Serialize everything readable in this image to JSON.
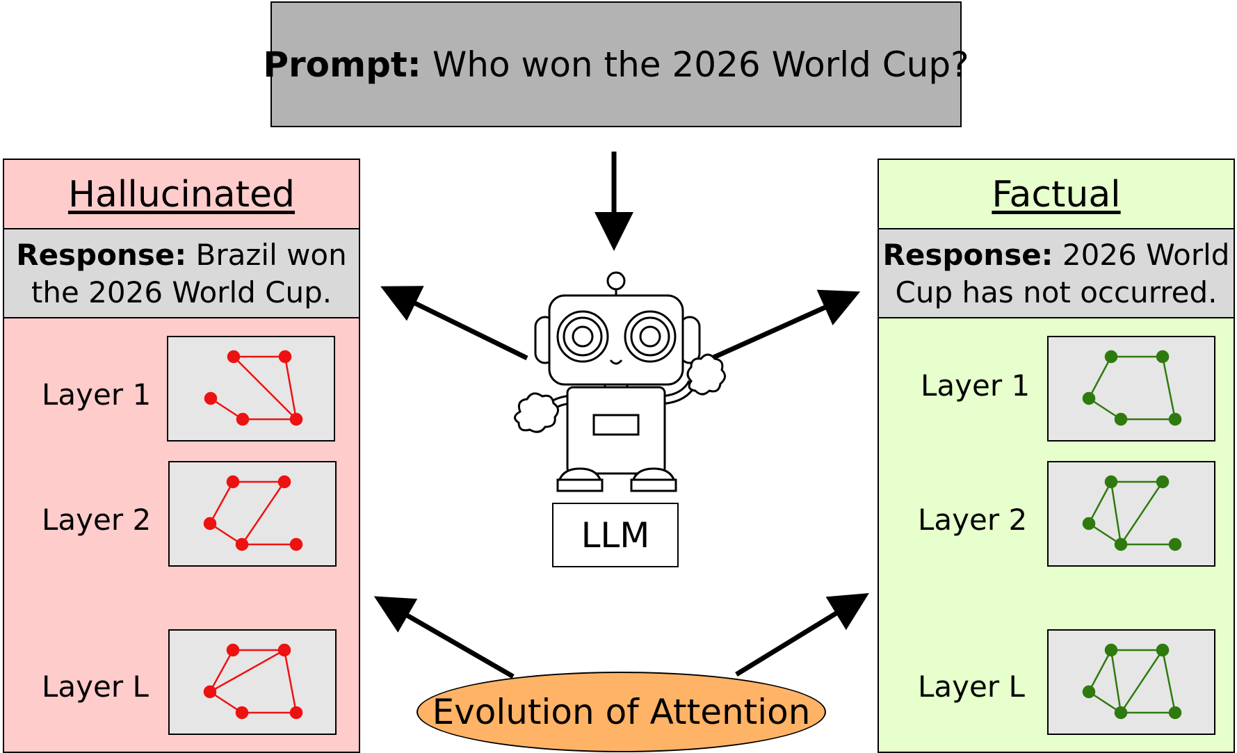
{
  "prompt": {
    "label": "Prompt:",
    "text": "Who won the 2026 World Cup?"
  },
  "hallucinated": {
    "title": "Hallucinated",
    "response_label": "Response:",
    "response_line1": "Brazil won",
    "response_line2": "the 2026 World Cup.",
    "layers": [
      "Layer 1",
      "Layer 2",
      "Layer L"
    ],
    "color": "#ee1111"
  },
  "factual": {
    "title": "Factual",
    "response_label": "Response:",
    "response_line1": "2026 World",
    "response_line2": "Cup has not occurred.",
    "layers": [
      "Layer 1",
      "Layer 2",
      "Layer L"
    ],
    "color": "#2e7a0e"
  },
  "llm_label": "LLM",
  "evolution_label": "Evolution of Attention",
  "colors": {
    "prompt_bg": "#b3b3b3",
    "hallucinated_bg": "#ffcccc",
    "factual_bg": "#e6ffcc",
    "response_bg": "#d9d9d9",
    "graph_bg": "#e6e6e6",
    "ellipse_bg": "#ffb366"
  }
}
